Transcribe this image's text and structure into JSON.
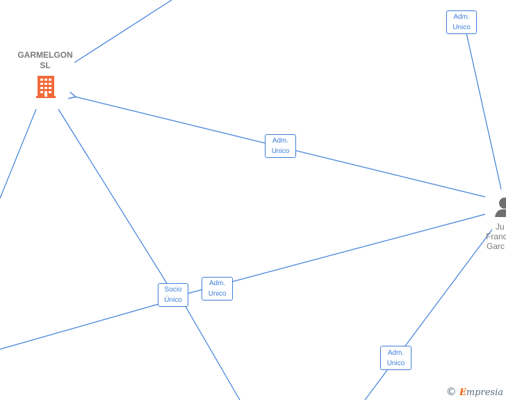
{
  "colors": {
    "edge": "#3d7fd9",
    "company_icon": "#f26a3a",
    "person_icon": "#6f6f6f",
    "label": "#7a7a7a"
  },
  "nodes": {
    "company": {
      "name_line1": "GARMELGON",
      "name_line2": "SL",
      "icon": "building-icon"
    },
    "person": {
      "line1": "Ju",
      "line2": "Franc",
      "line3": "Garc",
      "icon": "person-icon"
    }
  },
  "edge_labels": {
    "top_right": {
      "line1": "Adm.",
      "line2": "Unico"
    },
    "center": {
      "line1": "Adm.",
      "line2": "Unico"
    },
    "socio": {
      "line1": "Socio",
      "line2": "Único"
    },
    "mid": {
      "line1": "Adm.",
      "line2": "Unico"
    },
    "bottom_right": {
      "line1": "Adm.",
      "line2": "Unico"
    }
  },
  "credit": {
    "symbol": "©",
    "brand_initial": "E",
    "brand_rest": "mpresia"
  }
}
